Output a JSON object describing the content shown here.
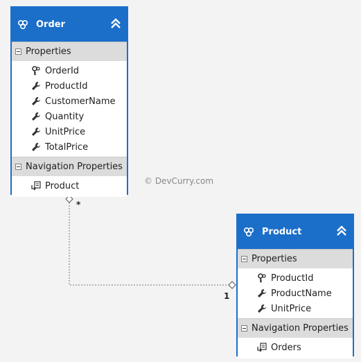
{
  "order_entity": {
    "title": "Order",
    "properties_header": "Properties",
    "properties": [
      {
        "name": "OrderId",
        "icon": "key-icon"
      },
      {
        "name": "ProductId",
        "icon": "wrench-icon"
      },
      {
        "name": "CustomerName",
        "icon": "wrench-icon"
      },
      {
        "name": "Quantity",
        "icon": "wrench-icon"
      },
      {
        "name": "UnitPrice",
        "icon": "wrench-icon"
      },
      {
        "name": "TotalPrice",
        "icon": "wrench-icon"
      }
    ],
    "navigation_header": "Navigation Properties",
    "navigation": [
      {
        "name": "Product",
        "icon": "nav-property-icon"
      }
    ]
  },
  "product_entity": {
    "title": "Product",
    "properties_header": "Properties",
    "properties": [
      {
        "name": "ProductId",
        "icon": "key-icon"
      },
      {
        "name": "ProductName",
        "icon": "wrench-icon"
      },
      {
        "name": "UnitPrice",
        "icon": "wrench-icon"
      }
    ],
    "navigation_header": "Navigation Properties",
    "navigation": [
      {
        "name": "Orders",
        "icon": "nav-property-icon"
      }
    ]
  },
  "association": {
    "order_end": "*",
    "product_end": "1"
  },
  "watermark": "© DevCurry.com",
  "colors": {
    "header": "#1b6fc9",
    "section": "#dcdcdc",
    "background": "#f3f3f3"
  }
}
